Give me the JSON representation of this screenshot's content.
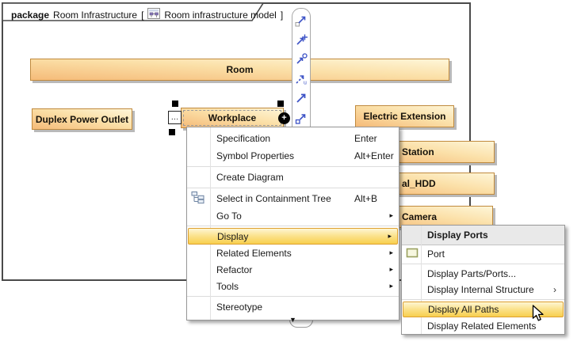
{
  "frame": {
    "keyword": "package",
    "name": "Room Infrastructure",
    "bracket_open": "[",
    "diagram_name": "Room infrastructure model",
    "bracket_close": "]"
  },
  "blocks": {
    "room": "Room",
    "duplex_power_outlet": "Duplex Power Outlet",
    "workplace": "Workplace",
    "electric_extension": "Electric Extension",
    "station": "Station",
    "external_hdd": "al_HDD",
    "camera": "Camera"
  },
  "selection": {
    "dots_button": "…",
    "add_button": "+"
  },
  "smart_toolbar": {
    "icons": [
      "corner-arrow-icon",
      "cross-arrow-icon",
      "circle-arrow-icon",
      "usage-arrow-icon",
      "solid-arrow-icon",
      "square-arrow-icon"
    ]
  },
  "context_menu": {
    "items": [
      {
        "label": "Specification",
        "shortcut": "Enter"
      },
      {
        "label": "Symbol Properties",
        "shortcut": "Alt+Enter"
      },
      {
        "separator": true
      },
      {
        "label": "Create Diagram"
      },
      {
        "separator": true
      },
      {
        "label": "Select in Containment Tree",
        "shortcut": "Alt+B",
        "icon": "containment-tree-icon"
      },
      {
        "label": "Go To",
        "has_submenu": true
      },
      {
        "separator": true
      },
      {
        "label": "Display",
        "has_submenu": true,
        "highlighted": true
      },
      {
        "label": "Related Elements",
        "has_submenu": true
      },
      {
        "label": "Refactor",
        "has_submenu": true
      },
      {
        "label": "Tools",
        "has_submenu": true
      },
      {
        "separator": true
      },
      {
        "label": "Stereotype"
      }
    ]
  },
  "submenu": {
    "header": "Display Ports",
    "items": [
      {
        "label": "Port",
        "icon": "port-icon"
      },
      {
        "separator": true
      },
      {
        "label": "Display Parts/Ports..."
      },
      {
        "label": "Display Internal Structure",
        "has_submenu": true
      },
      {
        "separator": true
      },
      {
        "label": "Display All Paths",
        "highlighted": true
      },
      {
        "label": "Display Related Elements"
      }
    ]
  },
  "icons": {
    "submenu_arrow": "▸",
    "internal_structure_arrow": "›",
    "scroll_down": "▼"
  },
  "colors": {
    "block_border": "#c08a3e",
    "block_fill_dark": "#f5bb79",
    "block_fill_light": "#fef6d8",
    "block_shadow": "#b9b9b9",
    "menu_highlight_border": "#dd9f2e",
    "menu_highlight_fill": "#f8cf4e",
    "frame_border": "#4a4a4a",
    "toolbar_arrow_blue": "#3c52c6"
  }
}
